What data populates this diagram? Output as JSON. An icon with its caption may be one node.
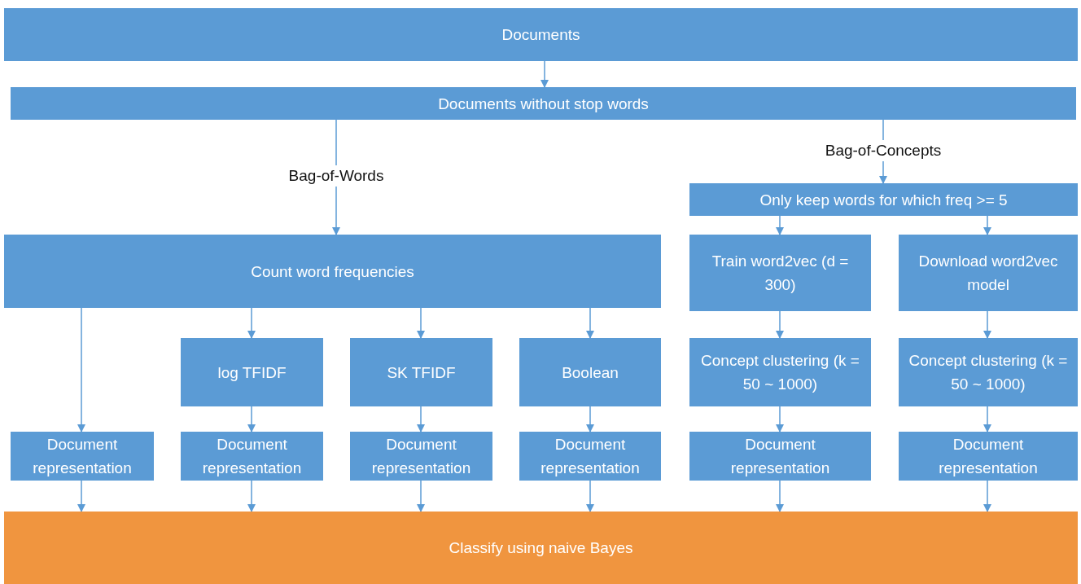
{
  "diagram": {
    "nodes": [
      {
        "text": [
          "Documents"
        ]
      },
      {
        "text": [
          "Documents without stop words"
        ]
      },
      {
        "text": [
          "Only keep words for which freq >= 5"
        ]
      },
      {
        "text": [
          "Count word frequencies"
        ]
      },
      {
        "text": [
          "Train word2vec (d = 300)"
        ]
      },
      {
        "text": [
          "Download word2vec model"
        ]
      },
      {
        "text": [
          "log TFIDF"
        ]
      },
      {
        "text": [
          "SK TFIDF"
        ]
      },
      {
        "text": [
          "Boolean"
        ]
      },
      {
        "text": [
          "Concept clustering (k = 50 ~ 1000)"
        ]
      },
      {
        "text": [
          "Concept clustering (k = 50 ~ 1000)"
        ]
      },
      {
        "text": [
          "Document representation"
        ]
      },
      {
        "text": [
          "Document representation"
        ]
      },
      {
        "text": [
          "Document representation"
        ]
      },
      {
        "text": [
          "Document representation"
        ]
      },
      {
        "text": [
          "Document representation"
        ]
      },
      {
        "text": [
          "Document representation"
        ]
      },
      {
        "text": [
          "Classify using naive Bayes"
        ]
      }
    ],
    "edges": [
      {
        "from": 0,
        "to": 1,
        "arrow": "to"
      },
      {
        "from": 1,
        "to": 3,
        "arrow": "to",
        "label": "Bag-of-Words"
      },
      {
        "from": 1,
        "to": 2,
        "arrow": "to",
        "label": "Bag-of-Concepts"
      },
      {
        "from": 2,
        "to": 4,
        "arrow": "to"
      },
      {
        "from": 2,
        "to": 5,
        "arrow": "to"
      },
      {
        "from": 3,
        "to": 11,
        "arrow": "to"
      },
      {
        "from": 3,
        "to": 6,
        "arrow": "to"
      },
      {
        "from": 3,
        "to": 7,
        "arrow": "to"
      },
      {
        "from": 3,
        "to": 8,
        "arrow": "to"
      },
      {
        "from": 4,
        "to": 9,
        "arrow": "to"
      },
      {
        "from": 5,
        "to": 10,
        "arrow": "to"
      },
      {
        "from": 6,
        "to": 12,
        "arrow": "to"
      },
      {
        "from": 7,
        "to": 13,
        "arrow": "to"
      },
      {
        "from": 8,
        "to": 14,
        "arrow": "to"
      },
      {
        "from": 9,
        "to": 15,
        "arrow": "to"
      },
      {
        "from": 10,
        "to": 16,
        "arrow": "to"
      },
      {
        "from": 11,
        "to": 17,
        "arrow": "to"
      },
      {
        "from": 12,
        "to": 17,
        "arrow": "to"
      },
      {
        "from": 13,
        "to": 17,
        "arrow": "to"
      },
      {
        "from": 14,
        "to": 17,
        "arrow": "to"
      },
      {
        "from": 15,
        "to": 17,
        "arrow": "to"
      },
      {
        "from": 16,
        "to": 17,
        "arrow": "to"
      }
    ]
  }
}
